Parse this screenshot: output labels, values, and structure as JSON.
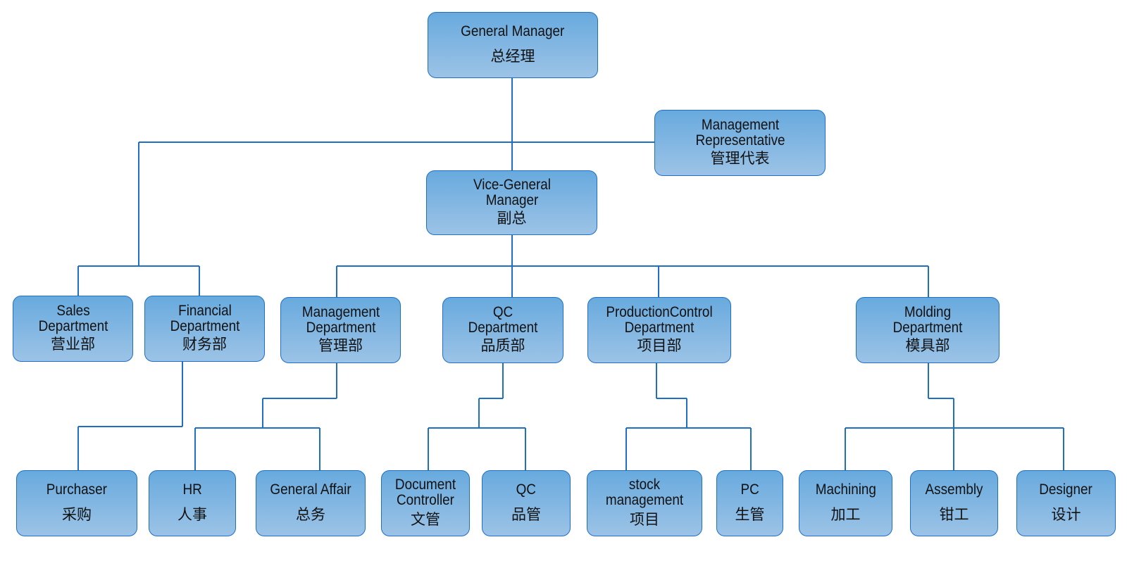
{
  "colors": {
    "connector": "#1f6fc4",
    "node_top": "#68aade",
    "node_bottom": "#9cc3e6",
    "border": "#1f6fc4"
  },
  "nodes": {
    "general_manager": {
      "en": "General Manager",
      "zh": "总经理"
    },
    "management_rep": {
      "en": "Management Representative",
      "zh": "管理代表"
    },
    "vice_gm": {
      "en": "Vice-General Manager",
      "zh": "副总"
    },
    "sales": {
      "en": "Sales Department",
      "zh": "营业部"
    },
    "financial": {
      "en": "Financial Department",
      "zh": "财务部"
    },
    "management_dept": {
      "en": "Management Department",
      "zh": "管理部"
    },
    "qc_dept": {
      "en": "QC Department",
      "zh": "品质部"
    },
    "production_control": {
      "en": "ProductionControl Department",
      "zh": "项目部"
    },
    "molding": {
      "en": "Molding Department",
      "zh": "模具部"
    },
    "purchaser": {
      "en": "Purchaser",
      "zh": "采购"
    },
    "hr": {
      "en": "HR",
      "zh": "人事"
    },
    "general_affair": {
      "en": "General Affair",
      "zh": "总务"
    },
    "document_controller": {
      "en": "Document Controller",
      "zh": "文管"
    },
    "qc": {
      "en": "QC",
      "zh": "品管"
    },
    "stock_management": {
      "en": "stock management",
      "zh": "项目"
    },
    "pc": {
      "en": "PC",
      "zh": "生管"
    },
    "machining": {
      "en": "Machining",
      "zh": "加工"
    },
    "assembly": {
      "en": "Assembly",
      "zh": "钳工"
    },
    "designer": {
      "en": "Designer",
      "zh": "设计"
    }
  }
}
